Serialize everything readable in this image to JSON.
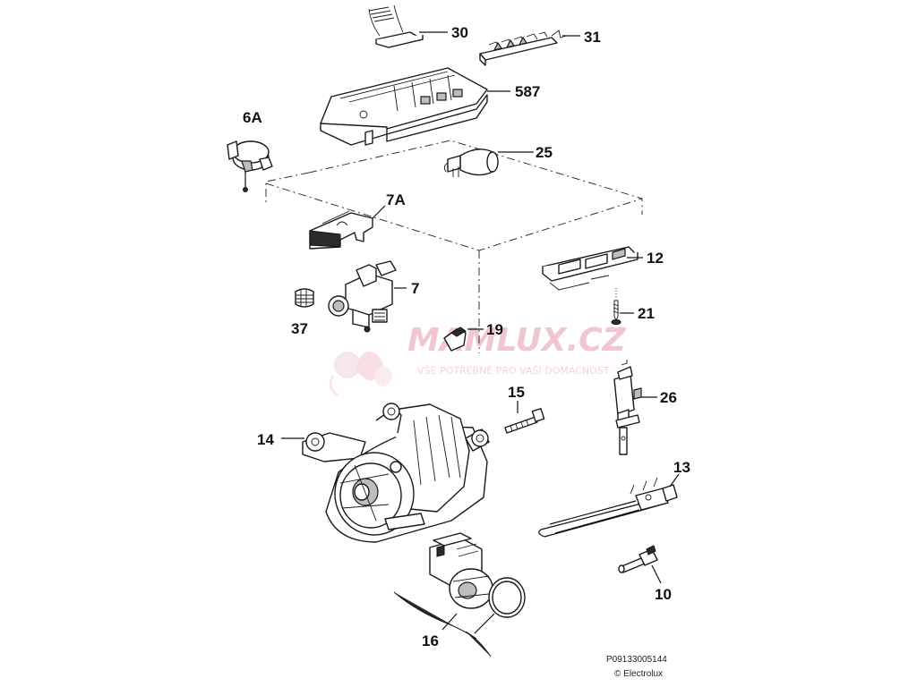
{
  "diagram": {
    "labels": {
      "p30": "30",
      "p31": "31",
      "p587": "587",
      "p6A": "6A",
      "p25": "25",
      "p7A": "7A",
      "p12": "12",
      "p7": "7",
      "p21": "21",
      "p37": "37",
      "p19": "19",
      "p15": "15",
      "p26": "26",
      "p14": "14",
      "p13": "13",
      "p10": "10",
      "p16": "16"
    },
    "reference_code": "P09133005144",
    "copyright": "© Electrolux"
  },
  "watermark": {
    "brand": "MAMLUX.CZ",
    "tagline": "VŠE POTŘEBNÉ PRO VAŠI DOMÁCNOST"
  },
  "colors": {
    "ink": "#111111",
    "watermark": "#f1c7cf"
  }
}
